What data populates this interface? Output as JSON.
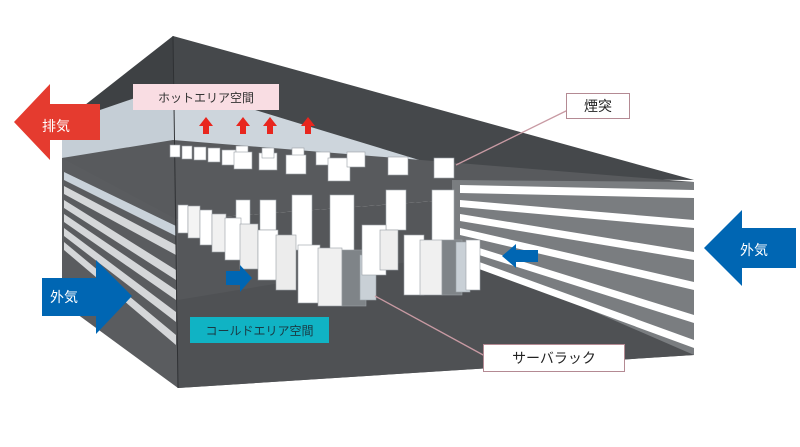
{
  "diagram": {
    "title": "データセンター自然換気（煙突効果）模式図",
    "labels": {
      "hot_area": "ホットエリア空間",
      "chimney": "煙突",
      "cold_area": "コールドエリア空間",
      "server_rack": "サーバラック"
    },
    "arrows": {
      "exhaust": "排気",
      "outside_air_right": "外気",
      "outside_air_left": "外気"
    },
    "colors": {
      "exhaust_arrow": "#e53b2f",
      "hot_up_arrow": "#e8261e",
      "outside_air_arrow": "#0066b3",
      "roof": "#45484b",
      "floor": "#58595b",
      "hot_label_bg": "#f9dde3",
      "cold_label_bg": "#10b3c4",
      "leader_line": "#c89aa3"
    }
  }
}
